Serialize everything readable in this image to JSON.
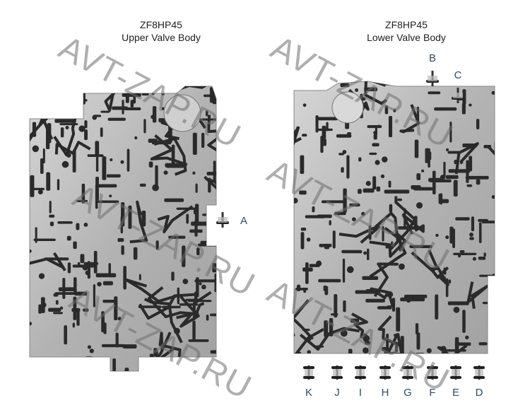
{
  "upper": {
    "model": "ZF8HP45",
    "name": "Upper Valve Body",
    "callouts": [
      "A"
    ]
  },
  "lower": {
    "model": "ZF8HP45",
    "name": "Lower Valve Body",
    "callouts": [
      "B",
      "C",
      "K",
      "J",
      "I",
      "H",
      "G",
      "F",
      "E",
      "D"
    ]
  },
  "watermark": "AVT-ZAP.RU",
  "colors": {
    "body": "#b9b9b9",
    "channel": "#2a2a2a",
    "label": "#2a4d6b"
  }
}
